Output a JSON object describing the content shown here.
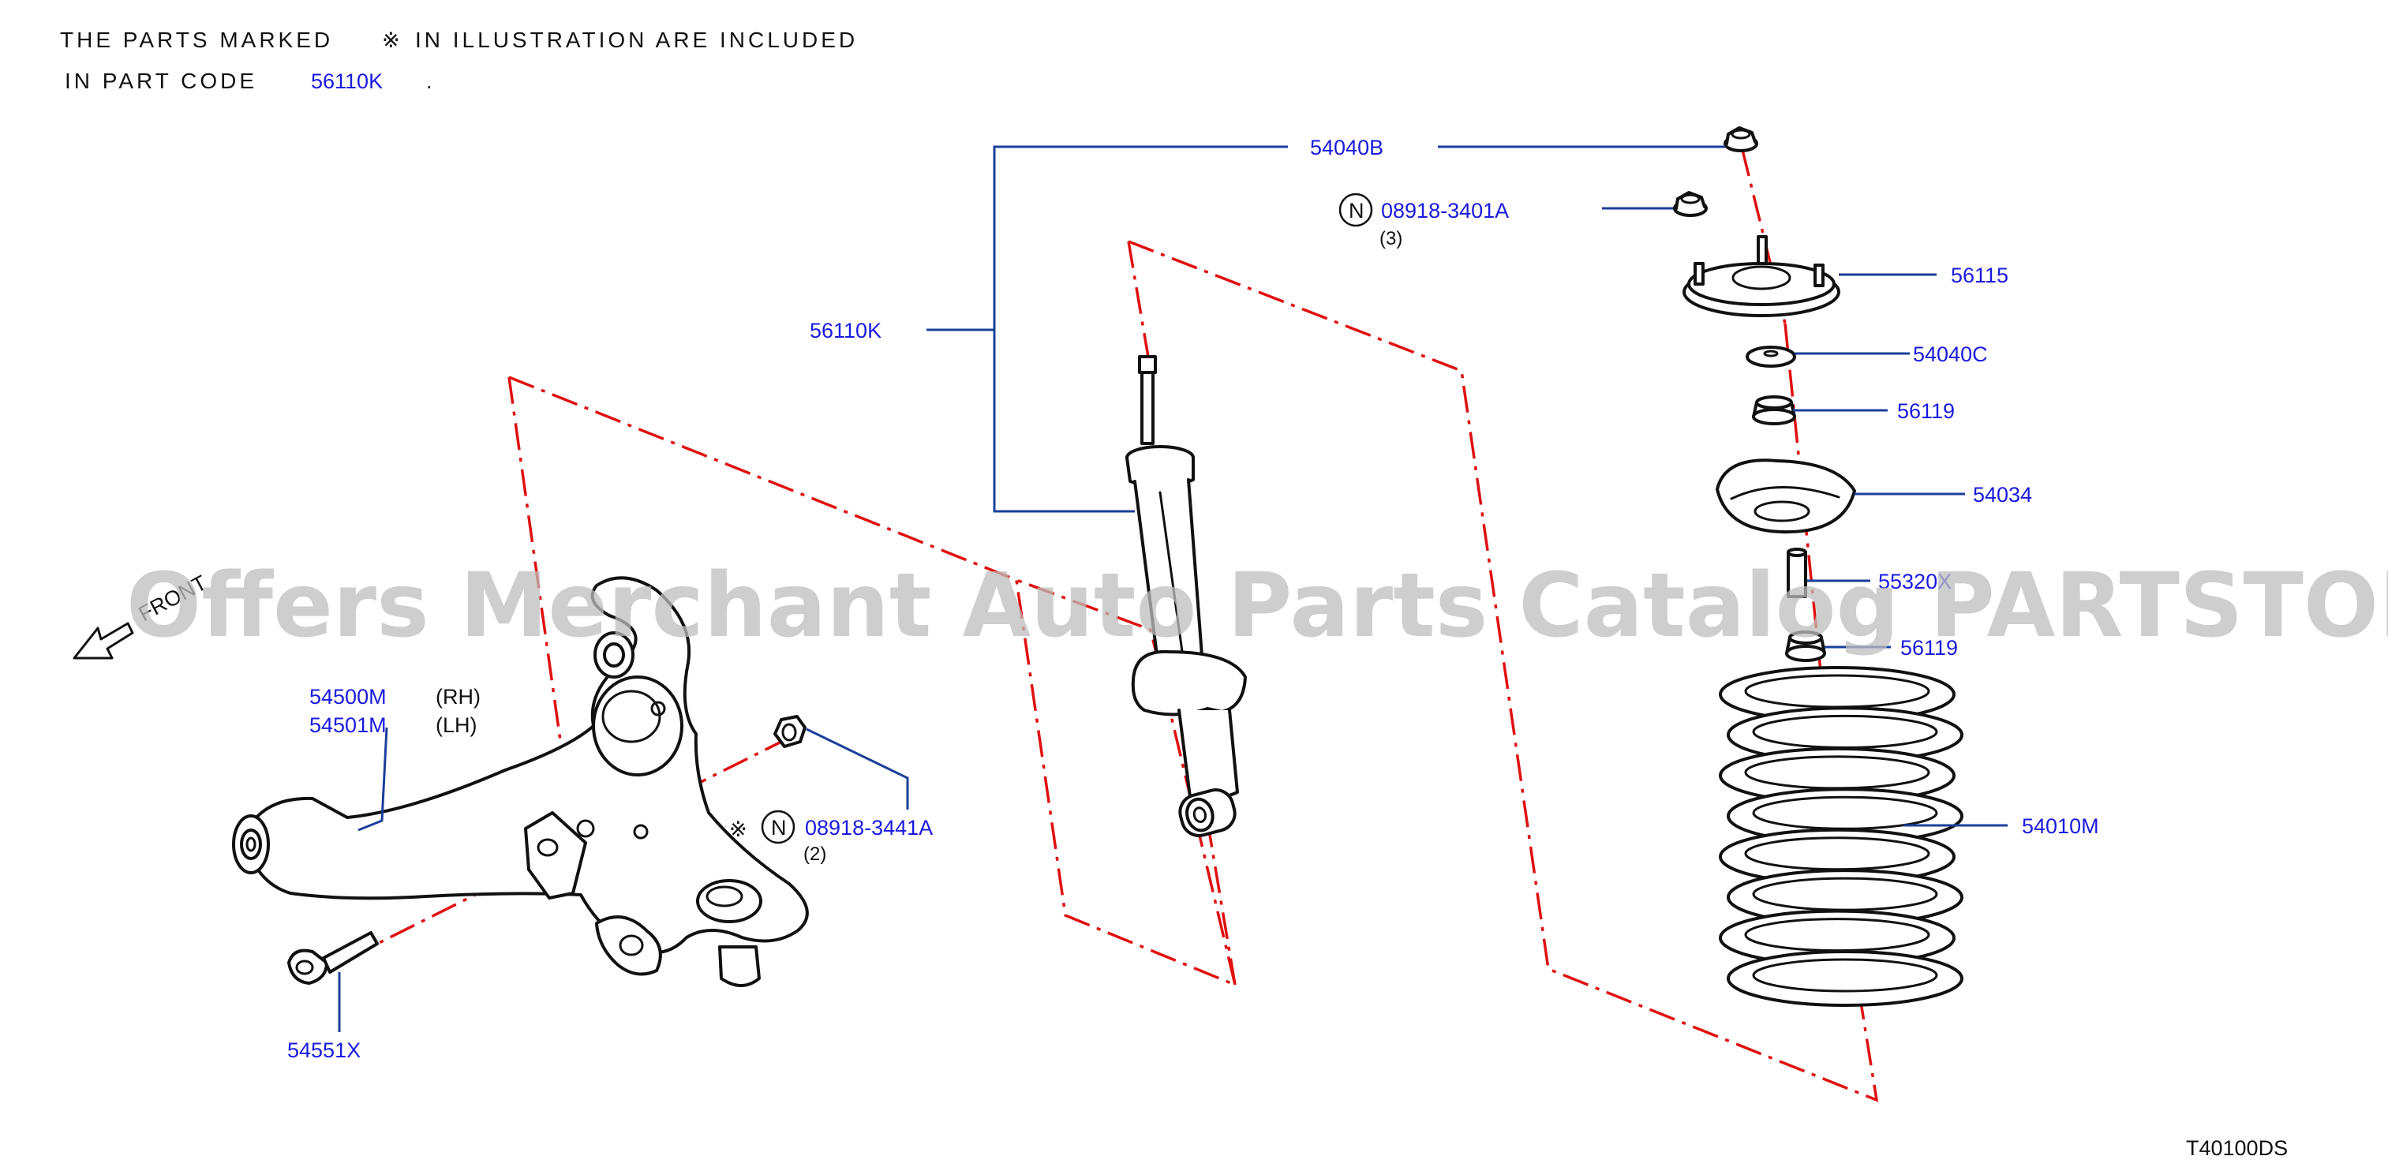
{
  "note": {
    "line1_a": "THE PARTS MARKED",
    "mark": "※",
    "line1_b": "IN ILLUSTRATION ARE INCLUDED",
    "line2_a": "IN PART CODE",
    "line2_code": "56110K",
    "line2_end": "."
  },
  "watermark": "Offers Merchant Auto Parts Catalog PARTSTORE.SA",
  "front_label": "FRONT",
  "diagram_code": "T40100DS",
  "labels": {
    "p54040B": "54040B",
    "p08918_3401A": "08918-3401A",
    "qty_3": "(3)",
    "p56110K": "56110K",
    "p56115": "56115",
    "p54040C": "54040C",
    "p56119_top": "56119",
    "p54034": "54034",
    "p5532X": "55320X",
    "p56119_low": "56119",
    "p54010M": "54010M",
    "p54500M": "54500M",
    "rh": "(RH)",
    "p54501M": "54501M",
    "lh": "(LH)",
    "p08918_3441A": "08918-3441A",
    "qty_2": "(2)",
    "p54551X": "54551X"
  },
  "symbols": {
    "n_mark": "N",
    "included_mark": "※"
  },
  "colors": {
    "label_blue": "#1a1adf",
    "leader_blue": "#1b3f9a",
    "axis_red": "#e01010"
  }
}
